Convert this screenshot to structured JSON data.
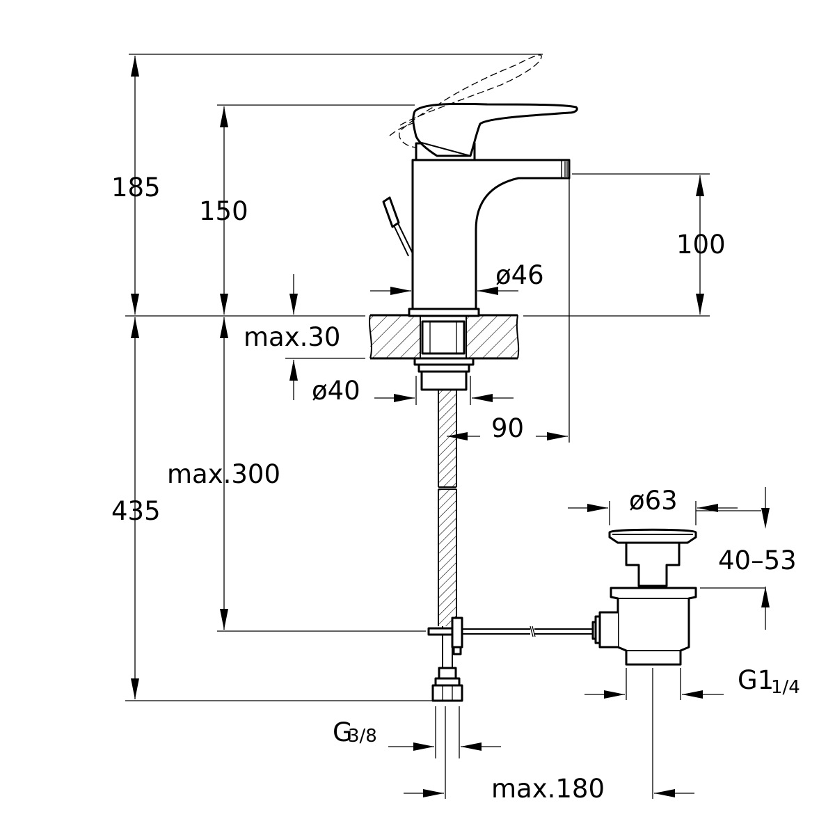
{
  "dimensions": {
    "height_total": "185",
    "height_handle": "150",
    "height_spout": "100",
    "body_diameter": "ø46",
    "deck_thickness": "max.30",
    "hole_diameter": "ø40",
    "spout_reach": "90",
    "hose_length": "max.300",
    "depth_total": "435",
    "waste_diameter": "ø63",
    "waste_height": "40–53",
    "waste_thread_main": "G1",
    "waste_thread_fraction": "1/4",
    "inlet_thread_main": "G",
    "inlet_thread_fraction": "3/8",
    "rod_length": "max.180"
  }
}
